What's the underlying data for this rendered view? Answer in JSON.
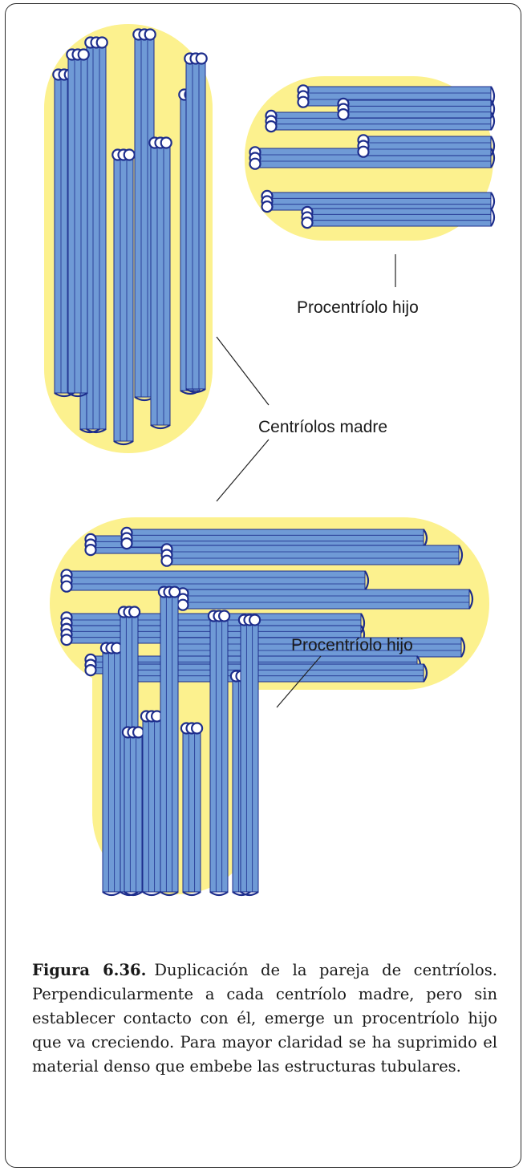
{
  "labels": {
    "procentriolo_top": "Procentríolo hijo",
    "centriolos_madre": "Centríolos madre",
    "procentriolo_bottom": "Procentríolo hijo"
  },
  "caption": {
    "figure_number": "Figura 6.36.",
    "text": "Duplicación de la pareja de centríolos. Perpendicularmente a cada centríolo madre, pero sin establecer contacto con él, emerge un procentríolo hijo que va creciendo. Para mayor claridad se ha suprimido el material denso que embebe las estructuras tubulares."
  },
  "colors": {
    "background_blob": "#fcf18e",
    "tubule_fill": "#6f9ad6",
    "tubule_edge": "#1d2d8c",
    "ring_fill": "#ffffff"
  }
}
